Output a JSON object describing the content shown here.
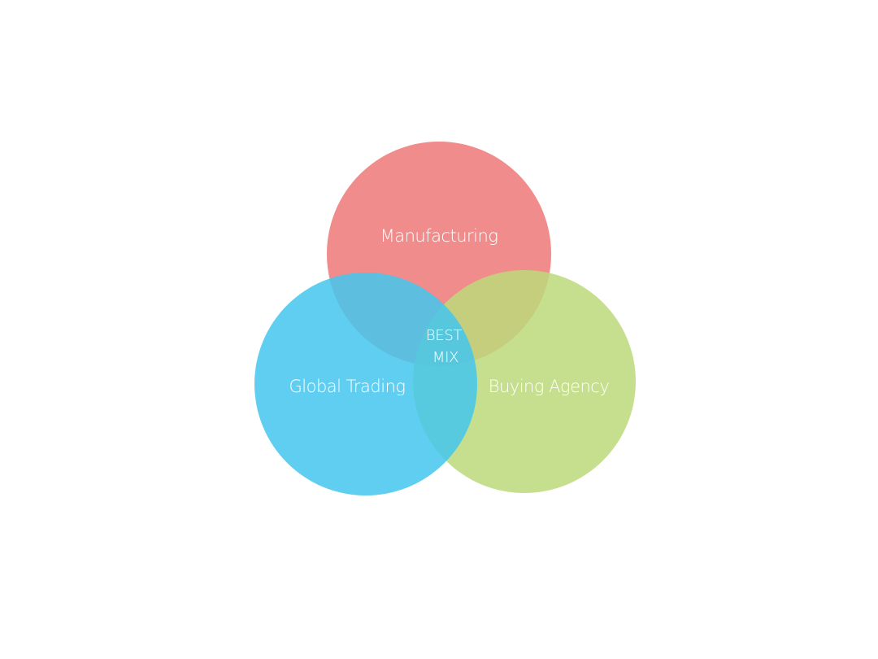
{
  "diagram": {
    "circles": [
      {
        "id": "manufacturing",
        "label": "Manufacturing",
        "color": "#f08080"
      },
      {
        "id": "global-trading",
        "label": "Global Trading",
        "color": "#45c6ee"
      },
      {
        "id": "buying-agency",
        "label": "Buying Agency",
        "color": "#bcd97a"
      }
    ],
    "center": {
      "line1": "BEST",
      "line2": "MIX"
    }
  }
}
